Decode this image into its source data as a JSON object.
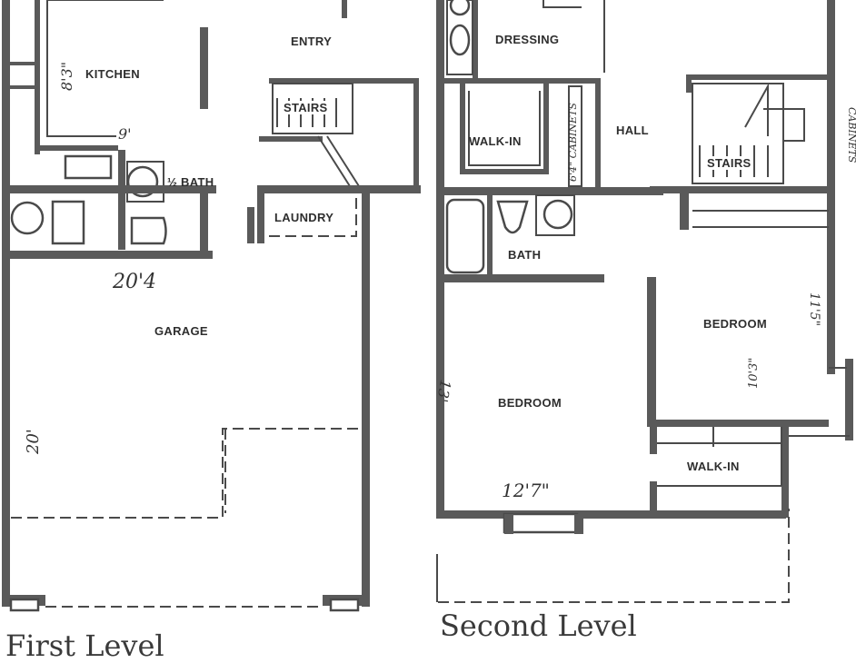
{
  "first_level": {
    "title": "First Level",
    "rooms": {
      "kitchen": "KITCHEN",
      "entry": "ENTRY",
      "stairs": "STAIRS",
      "half_bath": "½ BATH",
      "laundry": "LAUNDRY",
      "garage": "GARAGE"
    },
    "dimensions": {
      "kitchen_depth": "8'3\"",
      "kitchen_width": "9'",
      "garage_width": "20'4",
      "garage_depth": "20'"
    }
  },
  "second_level": {
    "title": "Second Level",
    "rooms": {
      "dressing": "DRESSING",
      "walk_in_1": "WALK-IN",
      "hall": "HALL",
      "stairs": "STAIRS",
      "bath": "BATH",
      "bedroom_1": "BEDROOM",
      "bedroom_2": "BEDROOM",
      "walk_in_2": "WALK-IN"
    },
    "dimensions": {
      "hall_cabinets": "6'4\" CABINETS",
      "cabinets_right": "CABINETS",
      "bedroom_1_depth": "13'",
      "bedroom_1_width": "12'7\"",
      "bedroom_2_depth": "11'5\"",
      "bedroom_2_width": "10'3\""
    }
  }
}
